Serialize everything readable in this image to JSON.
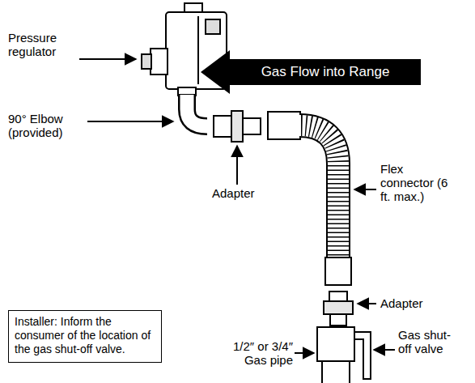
{
  "diagram": {
    "nodes": [
      {
        "text": [
          "Gas Flow into Range"
        ]
      },
      {
        "text": [
          "Installer: Inform the consumer of the location of the gas shut-off valve."
        ]
      }
    ],
    "labels": [
      "Pressure regulator",
      "90° Elbow (provided)",
      "Adapter",
      "Flex connector (6 ft. max.)",
      "Adapter",
      "1/2″ or 3/4″ Gas pipe",
      "Gas shut-off valve"
    ]
  }
}
